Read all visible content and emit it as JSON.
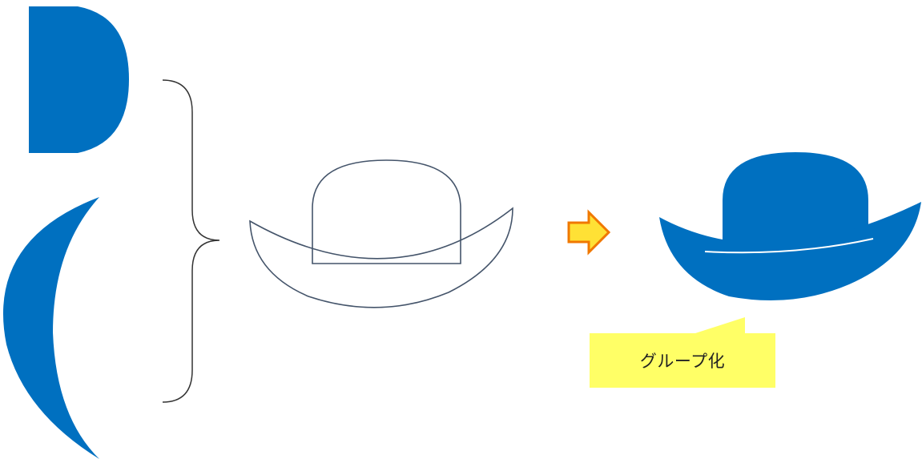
{
  "colors": {
    "shape_fill": "#0070C0",
    "outline_stroke": "#44546A",
    "brace_stroke": "#333333",
    "arrow_fill": "#FFE135",
    "arrow_stroke": "#F07800",
    "callout_fill": "#FFFF66"
  },
  "parts": [
    {
      "name": "hat-crown",
      "shape": "half-rounded-rectangle"
    },
    {
      "name": "hat-brim",
      "shape": "crescent-moon"
    }
  ],
  "steps": [
    {
      "name": "source-parts",
      "description_icon": "shapes-icon"
    },
    {
      "name": "assembled-outline",
      "description_icon": "outline-icon"
    },
    {
      "name": "grouped-result",
      "description_icon": "group-icon"
    }
  ],
  "arrow": {
    "icon": "right-arrow-icon"
  },
  "callout": {
    "label": "グループ化"
  }
}
